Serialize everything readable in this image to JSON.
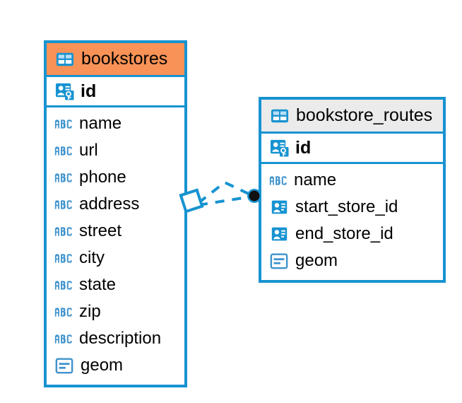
{
  "diagram": {
    "type": "entity-relationship-diagram",
    "background_color": "#ffffff",
    "accent_color": "#1793d1",
    "selected_header_color": "#f89256",
    "unselected_header_color": "#ebebeb"
  },
  "entities": [
    {
      "name": "bookstores",
      "selected": true,
      "primary_key": {
        "label": "id",
        "icon": "primary-key-icon"
      },
      "fields": [
        {
          "label": "name",
          "icon": "abc-text-icon"
        },
        {
          "label": "url",
          "icon": "abc-text-icon"
        },
        {
          "label": "phone",
          "icon": "abc-text-icon"
        },
        {
          "label": "address",
          "icon": "abc-text-icon"
        },
        {
          "label": "street",
          "icon": "abc-text-icon"
        },
        {
          "label": "city",
          "icon": "abc-text-icon"
        },
        {
          "label": "state",
          "icon": "abc-text-icon"
        },
        {
          "label": "zip",
          "icon": "abc-text-icon"
        },
        {
          "label": "description",
          "icon": "abc-text-icon"
        },
        {
          "label": "geom",
          "icon": "geometry-icon"
        }
      ]
    },
    {
      "name": "bookstore_routes",
      "selected": false,
      "primary_key": {
        "label": "id",
        "icon": "primary-key-icon"
      },
      "fields": [
        {
          "label": "name",
          "icon": "abc-text-icon"
        },
        {
          "label": "start_store_id",
          "icon": "foreign-key-icon"
        },
        {
          "label": "end_store_id",
          "icon": "foreign-key-icon"
        },
        {
          "label": "geom",
          "icon": "geometry-icon"
        }
      ]
    }
  ],
  "relationships": [
    {
      "from_entity": "bookstores",
      "to_entity": "bookstore_routes",
      "from_endpoint": "diamond",
      "to_endpoint": "filled-circle",
      "line_style": "dashed",
      "color": "#1793d1"
    },
    {
      "from_entity": "bookstores",
      "to_entity": "bookstore_routes",
      "from_endpoint": "diamond",
      "to_endpoint": "filled-circle",
      "line_style": "dashed",
      "color": "#1793d1"
    }
  ]
}
